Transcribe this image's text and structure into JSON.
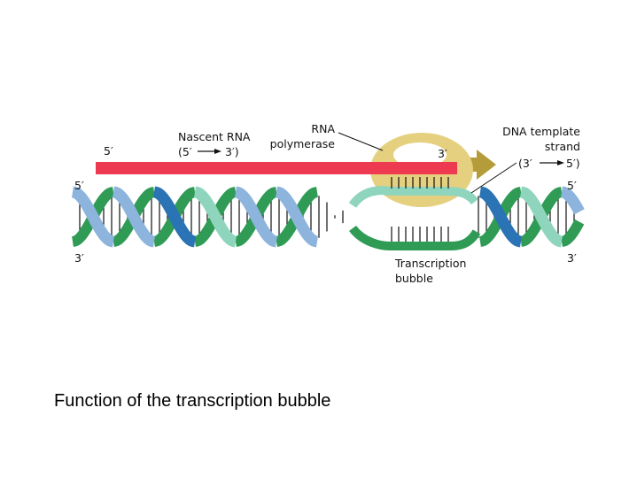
{
  "diagram": {
    "labels": {
      "rna_5_prime": "5′",
      "rna_3_prime": "3′",
      "nascent_rna": "Nascent RNA",
      "nascent_dir_5": "(5′",
      "nascent_dir_3": "3′)",
      "polymerase_line1": "RNA",
      "polymerase_line2": "polymerase",
      "template_line1": "DNA template",
      "template_line2": "strand",
      "template_dir_3": "(3′",
      "template_dir_5": "5′)",
      "dna_left_top": "5′",
      "dna_left_bottom": "3′",
      "dna_right_top": "5′",
      "dna_right_bottom": "3′",
      "bubble_line1": "Transcription",
      "bubble_line2": "bubble"
    },
    "colors": {
      "rna": "#ee3a50",
      "polymerase": "#e5d07f",
      "polymerase_edge": "#b49c3a",
      "strand_blue": "#8db4dd",
      "strand_green": "#2f9b55",
      "strand_teal": "#8fd5bd",
      "strand_dark_blue": "#2a73b5",
      "rung": "#111111"
    }
  },
  "caption": "Function of the transcription bubble"
}
